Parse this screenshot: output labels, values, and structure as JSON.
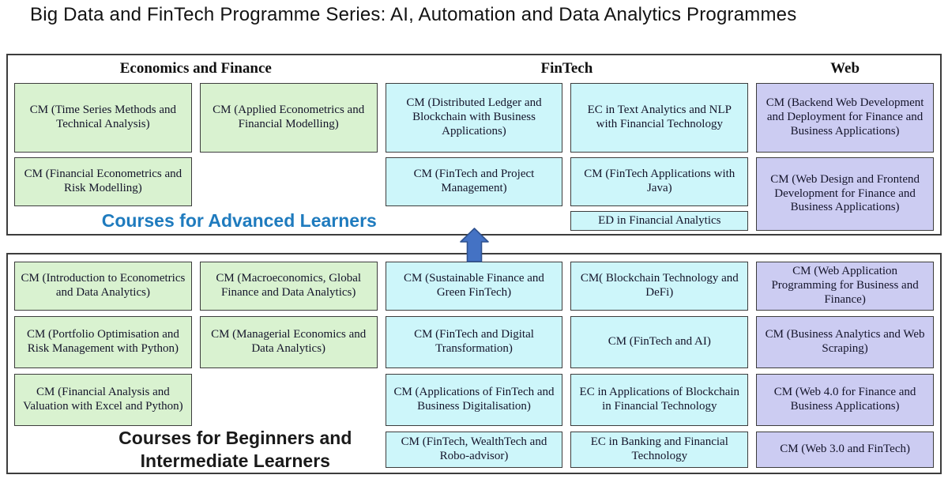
{
  "title": "Big Data and FinTech Programme Series: AI, Automation and Data Analytics Programmes",
  "columns": {
    "econ": "Economics and Finance",
    "fintech": "FinTech",
    "web": "Web"
  },
  "colors": {
    "green_fill": "#d9f2d0",
    "cyan_fill": "#cdf6fa",
    "purple_fill": "#ccccf2",
    "box_border": "#3d3d3d",
    "advanced_label_blue": "#1f7bbe",
    "arrow_fill": "#4472c4",
    "arrow_border": "#2f528f"
  },
  "icons": {
    "up_arrow": "up-arrow"
  },
  "advanced": {
    "label": "Courses for Advanced Learners",
    "econ": [
      "CM (Time Series Methods and Technical Analysis)",
      "CM (Applied Econometrics and Financial Modelling)",
      "CM (Financial Econometrics and Risk Modelling)"
    ],
    "fintech": [
      "CM (Distributed Ledger and Blockchain with Business Applications)",
      "EC in Text Analytics and NLP with Financial Technology",
      "CM (FinTech and Project Management)",
      "CM (FinTech Applications with Java)",
      "ED in Financial Analytics"
    ],
    "web": [
      "CM (Backend Web Development and Deployment for Finance and Business Applications)",
      "CM (Web Design and Frontend Development for Finance and Business Applications)"
    ]
  },
  "beginner": {
    "label": "Courses for Beginners and Intermediate Learners",
    "econ": [
      "CM (Introduction to Econometrics and Data Analytics)",
      "CM (Macroeconomics, Global Finance and Data Analytics)",
      "CM (Portfolio Optimisation and Risk Management with Python)",
      "CM (Managerial Economics and Data Analytics)",
      "CM (Financial Analysis and Valuation with Excel and Python)"
    ],
    "fintech": [
      "CM (Sustainable Finance and Green FinTech)",
      "CM( Blockchain Technology and DeFi)",
      "CM (FinTech and Digital Transformation)",
      "CM (FinTech and AI)",
      "CM (Applications of FinTech and Business Digitalisation)",
      "EC in Applications of Blockchain in Financial Technology",
      "CM (FinTech, WealthTech and Robo-advisor)",
      "EC in Banking and Financial Technology"
    ],
    "web": [
      "CM (Web Application Programming for Business and Finance)",
      "CM (Business Analytics and Web Scraping)",
      "CM (Web 4.0 for Finance and Business Applications)",
      "CM (Web 3.0 and FinTech)"
    ]
  }
}
